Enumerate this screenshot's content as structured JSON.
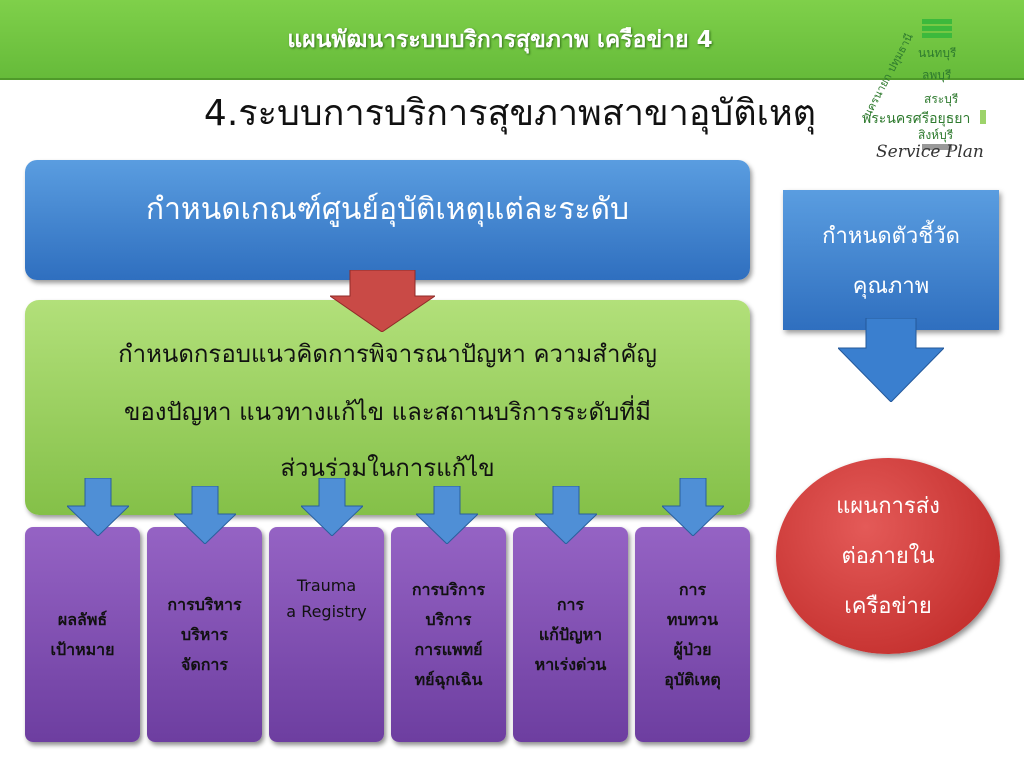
{
  "header": {
    "title": "แผนพัฒนาระบบบริการสุขภาพ เครือข่าย 4",
    "subtitle": "4.ระบบการบริการสุขภาพสาขาอุบัติเหตุ"
  },
  "logo": {
    "rotated_text": "นครนายก ปทุมธานี",
    "provinces": [
      "นนทบุรี",
      "ลพบุรี",
      "สระบุรี",
      "พระนครศรีอยุธยา",
      "สิงห์บุรี"
    ],
    "script_text": "Service Plan"
  },
  "diagram": {
    "top_box": "กำหนดเกณฑ์ศูนย์อุบัติเหตุแต่ละระดับ",
    "middle_box_lines": [
      "กำหนดกรอบแนวคิดการพิจารณาปัญหา ความสำคัญ",
      "ของปัญหา  แนวทางแก้ไข และสถานบริการระดับที่มี",
      "ส่วนร่วมในการแก้ไข"
    ],
    "boxes": [
      {
        "lines": [
          "ผลลัพธ์",
          "เป้าหมาย"
        ]
      },
      {
        "lines": [
          "การบริหาร",
          "บริหาร",
          "จัดการ"
        ]
      },
      {
        "lines": [
          "Trauma",
          "a Registry"
        ]
      },
      {
        "lines": [
          "การบริการ",
          "บริการ",
          "การแพทย์",
          "ทย์ฉุกเฉิน"
        ]
      },
      {
        "lines": [
          "การ",
          "แก้ปัญหา",
          "หาเร่งด่วน"
        ]
      },
      {
        "lines": [
          "การ",
          "ทบทวน",
          "ผู้ป่วย",
          "อุบัติเหตุ"
        ]
      }
    ],
    "right_box_lines": [
      "กำหนดตัวชี้วัด",
      "คุณภาพ"
    ],
    "circle_lines": [
      "แผนการส่ง",
      "ต่อภายใน",
      "เครือข่าย"
    ]
  },
  "colors": {
    "banner": "#6cc23f",
    "blue": "#3a7fcf",
    "green": "#9bd15f",
    "purple": "#7e4fb3",
    "red_arrow": "#c94a46",
    "red_circle": "#cf3331"
  }
}
